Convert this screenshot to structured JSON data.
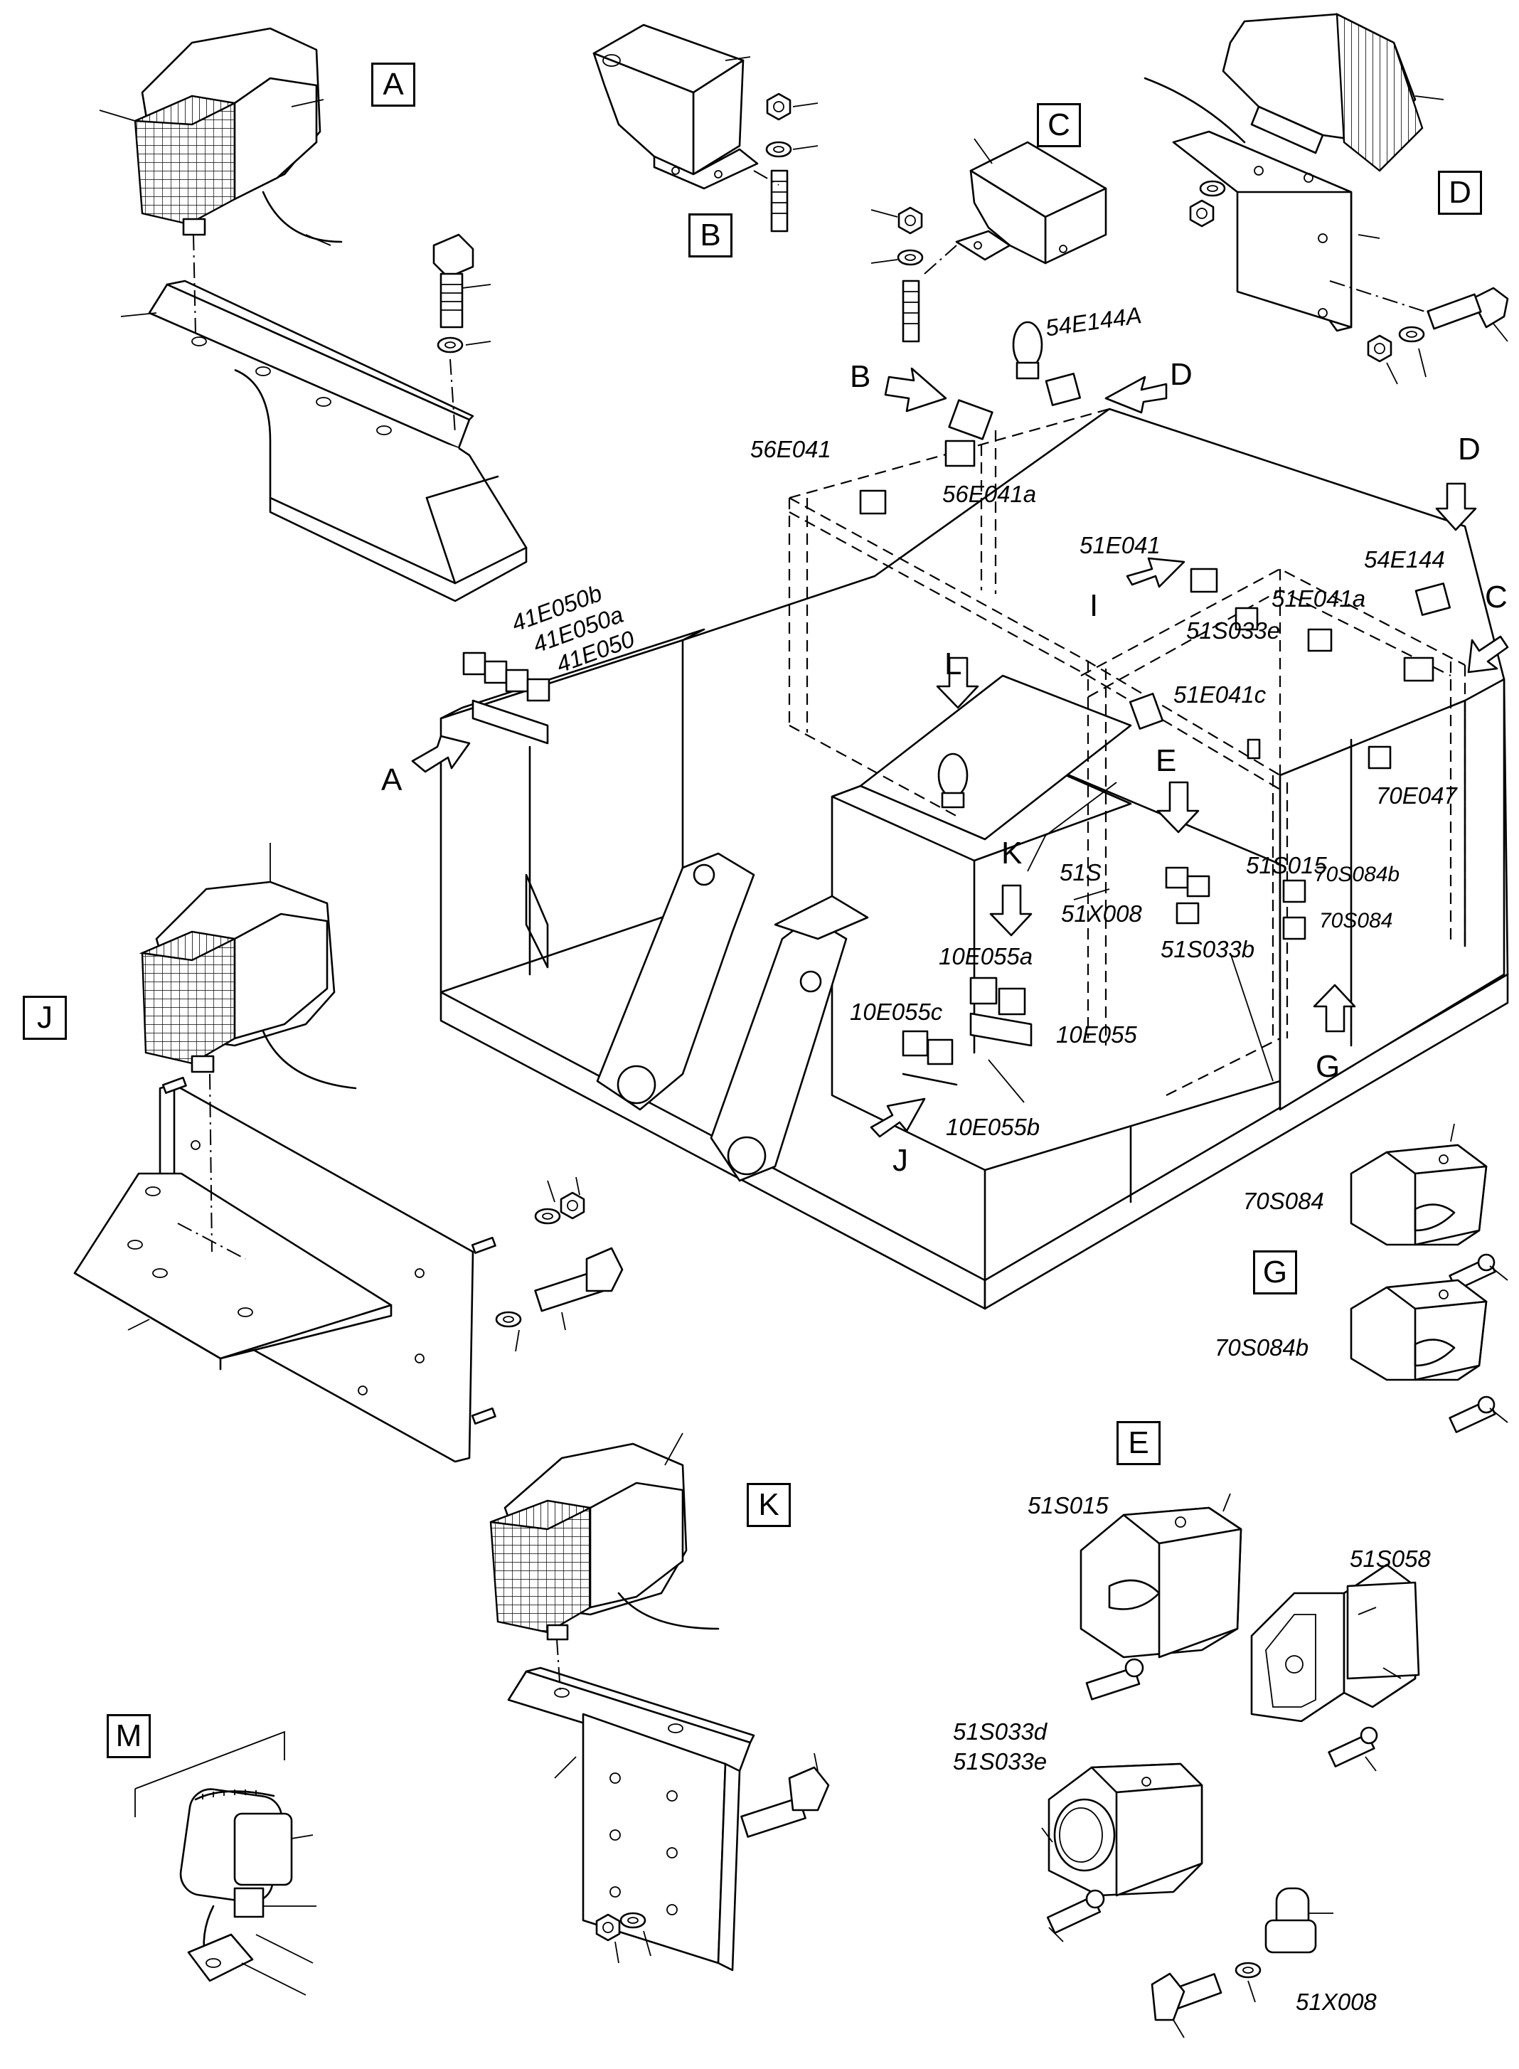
{
  "detail_boxes": [
    "A",
    "B",
    "C",
    "D",
    "E",
    "G",
    "J",
    "K",
    "M"
  ],
  "view_arrows": [
    "A",
    "B",
    "C",
    "D",
    "D",
    "E",
    "G",
    "I",
    "J",
    "K",
    "L"
  ],
  "component_codes": {
    "c54E144A": "54E144A",
    "c56E041": "56E041",
    "c56E041a": "56E041a",
    "c41E050b": "41E050b",
    "c41E050a": "41E050a",
    "c41E050": "41E050",
    "c51E041": "51E041",
    "c54E144": "54E144",
    "c51E041a": "51E041a",
    "c51S033e": "51S033e",
    "c51E041c": "51E041c",
    "c70E047": "70E047",
    "c51S": "51S",
    "c51X008": "51X008",
    "c51S015": "51S015",
    "c70S084b": "70S084b",
    "c70S084": "70S084",
    "c51S033b": "51S033b",
    "c10E055a": "10E055a",
    "c10E055c": "10E055c",
    "c10E055": "10E055",
    "c10E055b": "10E055b"
  },
  "detail_codes": {
    "g_70S084": "70S084",
    "g_70S084b": "70S084b",
    "e_51S015": "51S015",
    "e_51S058": "51S058",
    "e_51S033d": "51S033d",
    "e_51S033e": "51S033e",
    "e_51X008": "51X008"
  },
  "icons": [
    "work-lamp",
    "beacon-lamp",
    "foot-switch",
    "push-button-switch",
    "bracket",
    "bolt",
    "nut",
    "washer"
  ]
}
